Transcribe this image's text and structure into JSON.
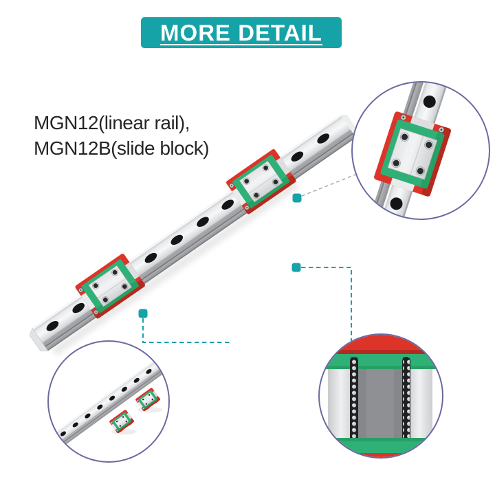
{
  "header": {
    "title": "MORE DETAIL"
  },
  "caption": {
    "line1": "MGN12(linear rail),",
    "line2": "MGN12B(slide block)"
  },
  "figure": {
    "main_image": "MGN12 linear rail with two MGN12B slide blocks mounted diagonally",
    "callouts": [
      {
        "position": "top-right",
        "content": "close-up of slide block mounted on rail"
      },
      {
        "position": "bottom-right",
        "content": "underside of slide block showing ball bearing tracks"
      },
      {
        "position": "bottom-left",
        "content": "rail with two separate slide blocks"
      }
    ],
    "marker_shape": "square"
  },
  "colors": {
    "accent_teal": "#16a3a8",
    "connector_gray": "#a5a5a5",
    "circle_border": "#6a6aa0",
    "block_green": "#2fb077",
    "block_red": "#dd3429",
    "title_text": "#ffffff",
    "caption_text": "#262626",
    "background": "#ffffff"
  }
}
